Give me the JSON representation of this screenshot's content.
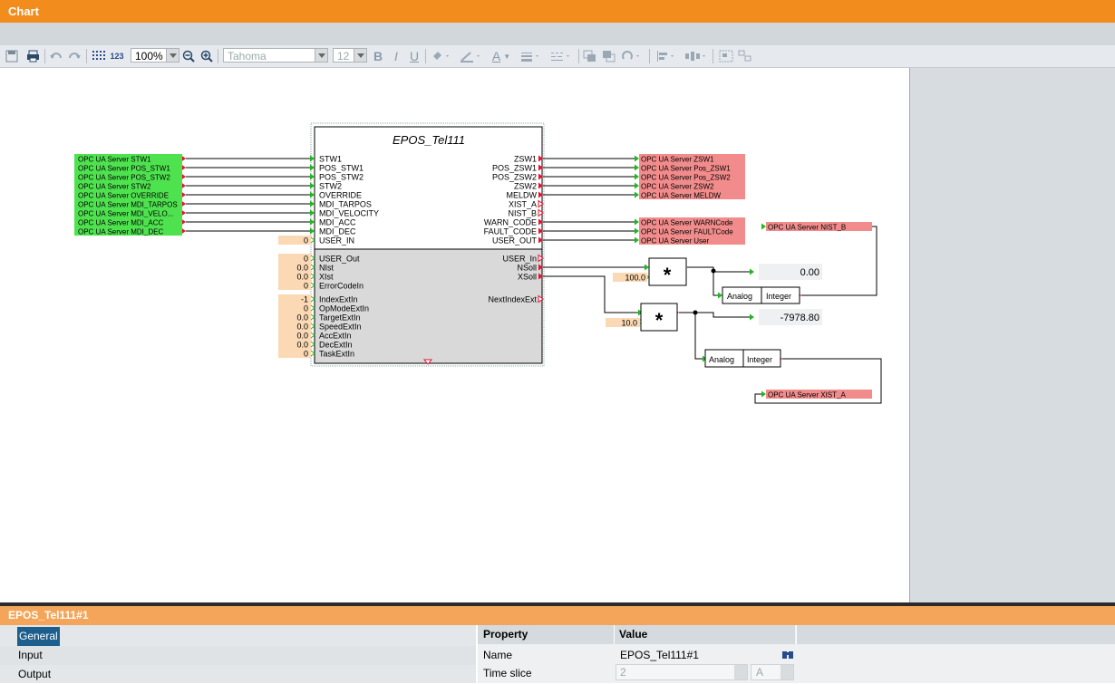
{
  "window": {
    "title": "Chart"
  },
  "toolbar": {
    "count_label": "123",
    "zoom": "100%",
    "font_name": "Tahoma",
    "font_size": "12",
    "bold": "B",
    "italic": "I",
    "underline": "U",
    "font_color": "A"
  },
  "block": {
    "title": "EPOS_Tel111",
    "inputs": [
      "STW1",
      "POS_STW1",
      "POS_STW2",
      "STW2",
      "OVERRIDE",
      "MDI_TARPOS",
      "MDI_VELOCITY",
      "MDI_ACC",
      "MDI_DEC",
      "USER_IN"
    ],
    "outputs": [
      "ZSW1",
      "POS_ZSW1",
      "POS_ZSW2",
      "ZSW2",
      "MELDW",
      "XIST_A",
      "NIST_B",
      "WARN_CODE",
      "FAULT_CODE",
      "USER_OUT"
    ],
    "ext_inputs": [
      "USER_Out",
      "NIst",
      "XIst",
      "ErrorCodeIn",
      "IndexExtIn",
      "OpModeExtIn",
      "TargetExtIn",
      "SpeedExtIn",
      "AccExtIn",
      "DecExtIn",
      "TaskExtIn"
    ],
    "ext_input_values": [
      "0",
      "0.0",
      "0.0",
      "0",
      "-1",
      "0",
      "0.0",
      "0.0",
      "0.0",
      "0.0",
      "0"
    ],
    "ext_outputs": [
      "USER_In",
      "NSoll",
      "XSoll",
      "NextIndexExt"
    ],
    "user_in_value": "0"
  },
  "left_sources": [
    "OPC UA Server STW1",
    "OPC UA Server POS_STW1",
    "OPC UA Server POS_STW2",
    "OPC UA Server STW2",
    "OPC UA Server OVERRIDE",
    "OPC UA Server MDI_TARPOS",
    "OPC UA Server MDI_VELO...",
    "OPC UA Server MDI_ACC",
    "OPC UA Server MDI_DEC"
  ],
  "right_sinks": [
    "OPC UA Server ZSW1",
    "OPC UA Server Pos_ZSW1",
    "OPC UA Server Pos_ZSW2",
    "OPC UA Server ZSW2",
    "OPC UA Server MELDW",
    "OPC UA Server WARNCode",
    "OPC UA Server FAULTCode",
    "OPC UA Server User"
  ],
  "nist_b": "OPC UA Server NIST_B",
  "xist_a": "OPC UA Server XIST_A",
  "mult1": {
    "symbol": "*",
    "const": "100.0",
    "display": "0.00"
  },
  "mult2": {
    "symbol": "*",
    "const": "10.0",
    "display": "-7978.80"
  },
  "conv1": {
    "left": "Analog",
    "right": "Integer"
  },
  "conv2": {
    "left": "Analog",
    "right": "Integer"
  },
  "properties": {
    "title": "EPOS_Tel111#1",
    "nav": [
      "General",
      "Input",
      "Output"
    ],
    "col_property": "Property",
    "col_value": "Value",
    "rows": [
      {
        "name": "Name",
        "value": "EPOS_Tel111#1"
      },
      {
        "name": "Time slice",
        "value": "2",
        "extra": "A"
      }
    ]
  },
  "colors": {
    "accent": "#f18c1d",
    "source_green": "#4fe24f",
    "sink_red": "#f28c8c",
    "pin_red": "#e8102e",
    "pin_green": "#1fb81f"
  }
}
